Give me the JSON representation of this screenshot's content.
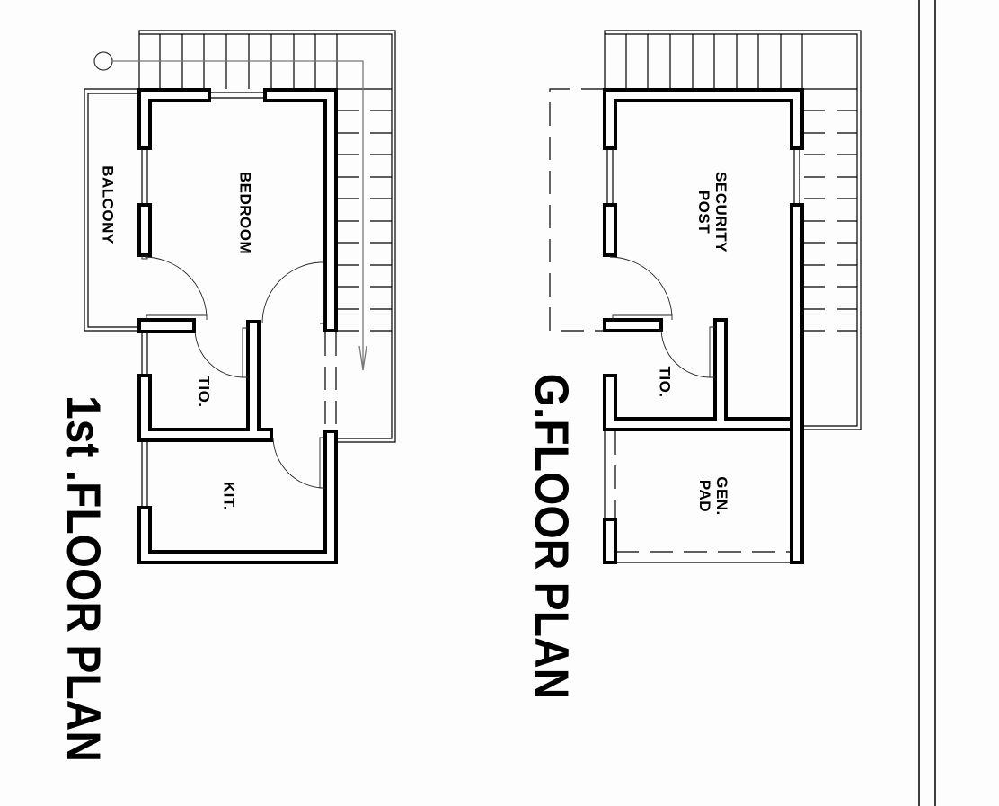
{
  "drawing": {
    "plans": [
      {
        "title": "1st .FLOOR PLAN",
        "rooms": [
          {
            "label": "BEDROOM"
          },
          {
            "label": "BALCONY"
          },
          {
            "label": "TIO."
          },
          {
            "label": "KIT."
          }
        ]
      },
      {
        "title": "G.FLOOR PLAN",
        "rooms": [
          {
            "label": "SECURITY POST",
            "line1": "SECURITY",
            "line2": "POST"
          },
          {
            "label": "TIO."
          },
          {
            "label": "GEN. PAD",
            "line1": "GEN.",
            "line2": "PAD"
          }
        ]
      }
    ],
    "colors": {
      "ink": "#000000",
      "paper": "#fdfdfd",
      "leader": "#777777"
    }
  }
}
